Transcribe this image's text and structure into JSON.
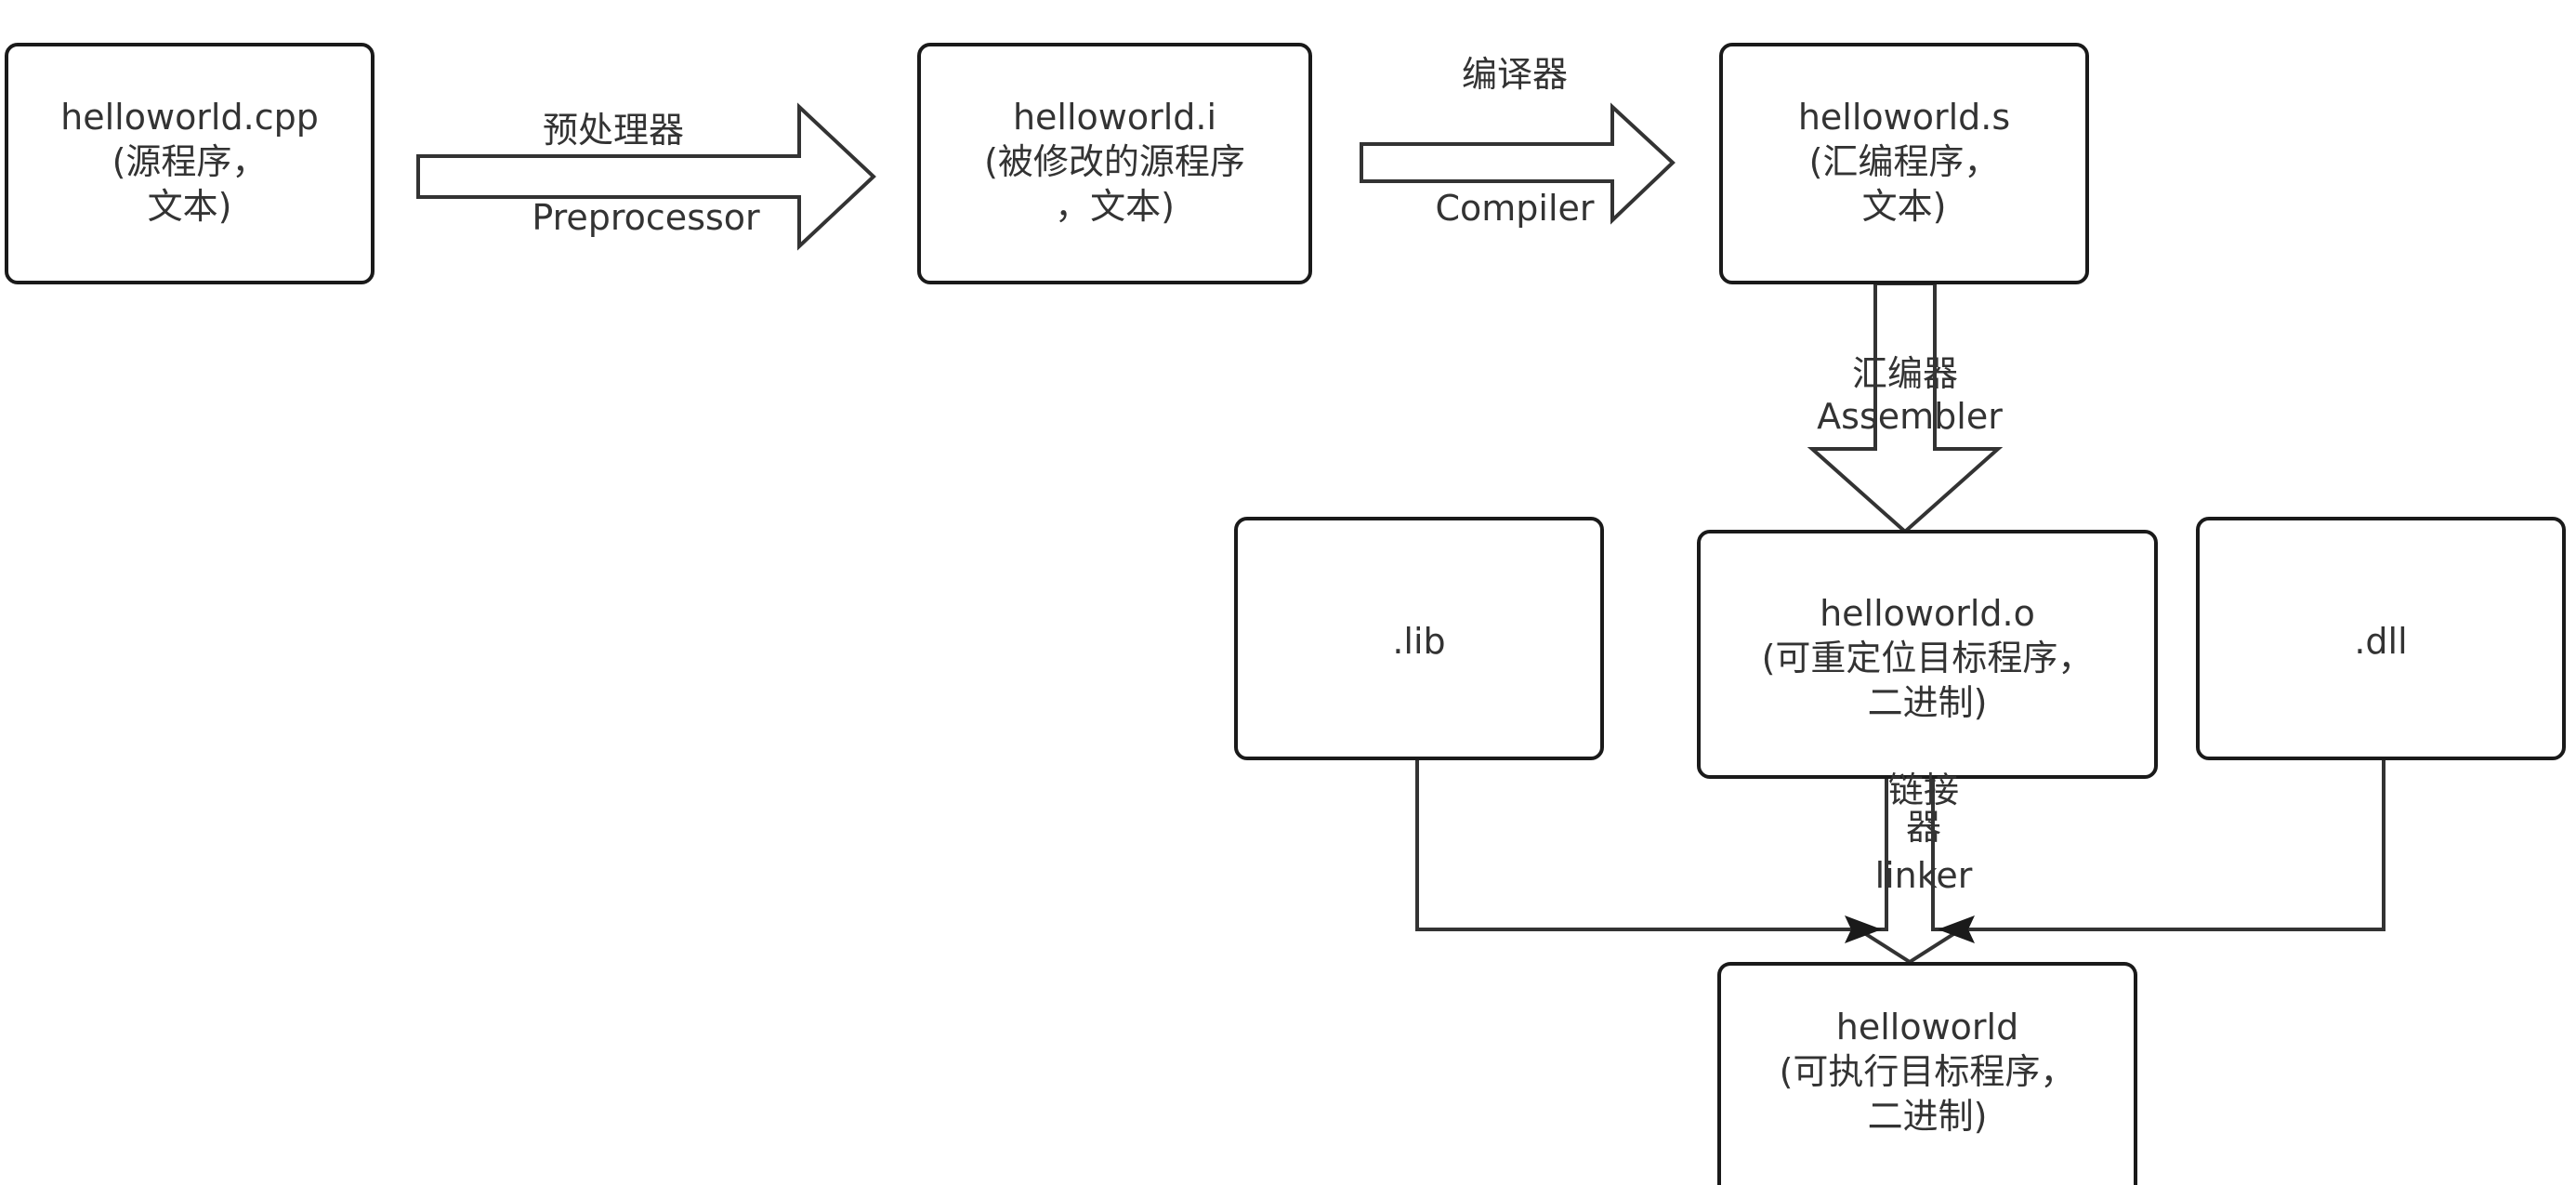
{
  "nodes": {
    "cpp": {
      "title": "helloworld.cpp",
      "l1": "(源程序，",
      "l2": "文本)"
    },
    "i": {
      "title": "helloworld.i",
      "l1": "(被修改的源程序",
      "l2": "，文本)"
    },
    "s": {
      "title": "helloworld.s",
      "l1": "(汇编程序，",
      "l2": "文本)"
    },
    "lib": {
      "title": ".lib"
    },
    "o": {
      "title": "helloworld.o",
      "l1": "(可重定位目标程序，",
      "l2": "二进制)"
    },
    "dll": {
      "title": ".dll"
    },
    "exe": {
      "title": "helloworld",
      "l1": "(可执行目标程序，",
      "l2": "二进制)"
    }
  },
  "edges": {
    "preprocessor": {
      "cn": "预处理器",
      "en": "Preprocessor"
    },
    "compiler": {
      "cn": "编译器",
      "en": "Compiler"
    },
    "assembler": {
      "cn": "汇编器",
      "en": "Assembler"
    },
    "linker": {
      "cn1": "链接",
      "cn2": "器",
      "en": "linker"
    }
  }
}
